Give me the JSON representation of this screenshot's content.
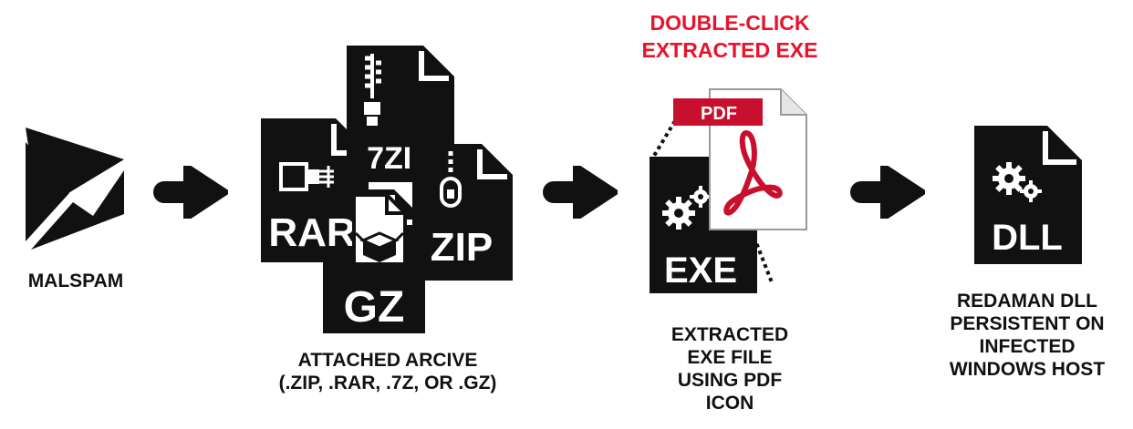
{
  "stages": {
    "malspam": {
      "label": "MALSPAM"
    },
    "archive": {
      "label_line1": "ATTACHED ARCIVE",
      "label_line2": "(.ZIP, .RAR, .7Z, OR .GZ)",
      "icons": {
        "rar": "RAR",
        "zip7": "7ZIP",
        "zip": "ZIP",
        "gz": "GZ"
      }
    },
    "exe": {
      "action_line1": "DOUBLE-CLICK",
      "action_line2": "EXTRACTED EXE",
      "label_lines": [
        "EXTRACTED",
        "EXE FILE",
        "USING PDF",
        "ICON"
      ],
      "icons": {
        "exe": "EXE",
        "pdf": "PDF"
      }
    },
    "dll": {
      "label_lines": [
        "REDAMAN DLL",
        "PERSISTENT ON",
        "INFECTED",
        "WINDOWS HOST"
      ],
      "icons": {
        "dll": "DLL"
      }
    }
  },
  "colors": {
    "ink": "#111111",
    "accent_red": "#e8132b",
    "pdf_red": "#c8102e"
  }
}
